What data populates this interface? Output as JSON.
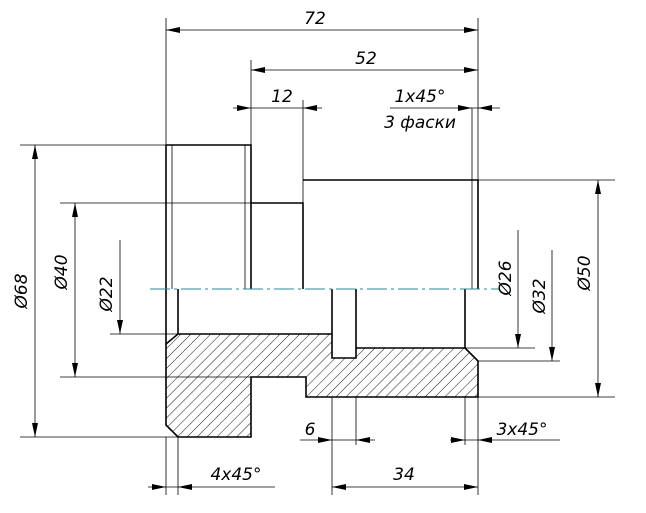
{
  "dimensions": {
    "overall_length": "72",
    "step_length": "52",
    "groove_length": "12",
    "chamfer_note_line1": "1x45°",
    "chamfer_note_line2": "3 фаски",
    "dia_outer_flange": "Ø68",
    "dia_groove": "Ø40",
    "dia_bore_left": "Ø22",
    "dia_bore_right": "Ø26",
    "dia_inner_groove": "Ø32",
    "dia_shaft": "Ø50",
    "inner_groove_width": "6",
    "bore_length": "34",
    "chamfer_left": "4x45°",
    "chamfer_right": "3x45°"
  },
  "colors": {
    "line": "#000000",
    "centerline": "#1a8fa6",
    "background": "#ffffff"
  }
}
